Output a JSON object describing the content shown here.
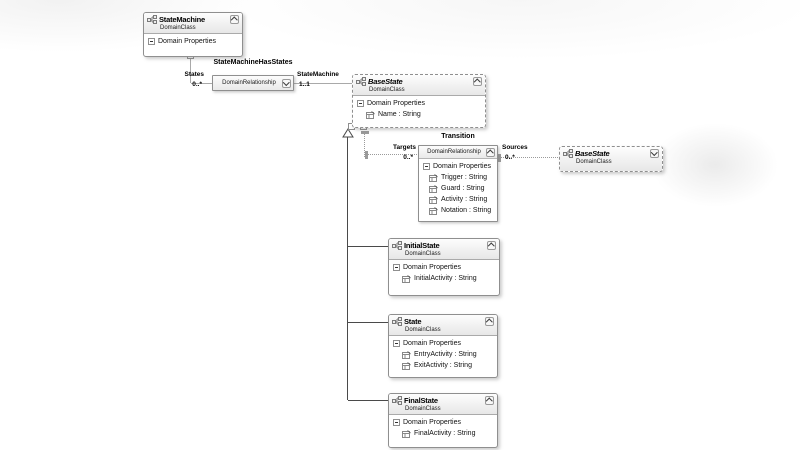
{
  "labels": {
    "domain_properties": "Domain Properties"
  },
  "classes": {
    "stateMachine": {
      "title": "StateMachine",
      "kind": "DomainClass"
    },
    "baseState": {
      "title": "BaseState",
      "kind": "DomainClass",
      "properties": [
        "Name : String"
      ]
    },
    "baseStateRef": {
      "title": "BaseState",
      "kind": "DomainClass"
    },
    "initialState": {
      "title": "InitialState",
      "kind": "DomainClass",
      "properties": [
        "InitialActivity : String"
      ]
    },
    "state": {
      "title": "State",
      "kind": "DomainClass",
      "properties": [
        "EntryActivity : String",
        "ExitActivity : String"
      ]
    },
    "finalState": {
      "title": "FinalState",
      "kind": "DomainClass",
      "properties": [
        "FinalActivity : String"
      ]
    }
  },
  "relationships": {
    "hasStates": {
      "name": "StateMachineHasStates",
      "type": "DomainRelationship",
      "sourceRole": "States",
      "sourceMultiplicity": "0..*",
      "targetRole": "StateMachine",
      "targetMultiplicity": "1..1"
    },
    "transition": {
      "name": "Transition",
      "type": "DomainRelationship",
      "targetsRole": "Targets",
      "targetsMultiplicity": "0..*",
      "sourcesRole": "Sources",
      "sourcesMultiplicity": "0..*",
      "properties": [
        "Trigger : String",
        "Guard : String",
        "Activity : String",
        "Notation : String"
      ]
    }
  },
  "colors": {
    "canvas": "#ffffff",
    "boxBorder": "#8f8f8f",
    "headerGradientTop": "#fdfdfd",
    "headerGradientBottom": "#e7e7e7",
    "connectorLine": "#a9a9a9",
    "inheritanceLine": "#4a4a4a"
  }
}
